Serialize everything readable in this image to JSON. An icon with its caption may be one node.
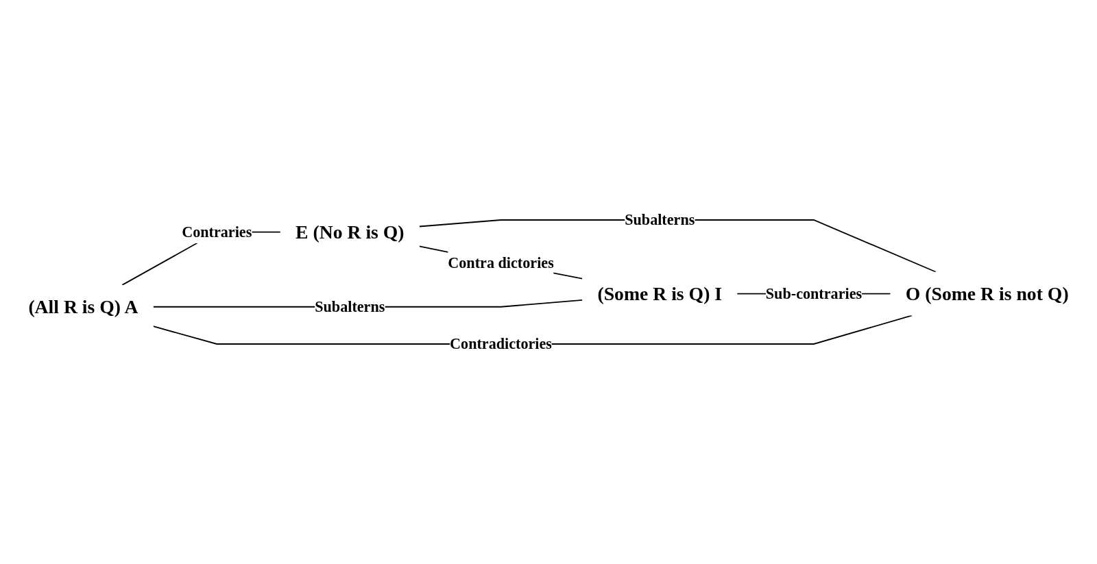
{
  "diagram": {
    "nodes": [
      {
        "text": [
          "(All R is Q) A"
        ]
      },
      {
        "text": [
          "E (No R is Q)"
        ]
      },
      {
        "text": [
          "(Some R is Q) I"
        ]
      },
      {
        "text": [
          "O (Some R is not Q)"
        ]
      }
    ],
    "edges": [
      {
        "from": 0,
        "to": 1,
        "arrow": "none",
        "label": "Contraries"
      },
      {
        "from": 0,
        "to": 2,
        "arrow": "none",
        "label": "Subalterns"
      },
      {
        "from": 1,
        "to": 3,
        "arrow": "none",
        "label": "Subalterns"
      },
      {
        "from": 0,
        "to": 3,
        "arrow": "none",
        "label": "Contradictories"
      },
      {
        "from": 1,
        "to": 2,
        "arrow": "none",
        "label": "Contra dictories"
      },
      {
        "from": 2,
        "to": 3,
        "arrow": "none",
        "label": "Sub-contraries"
      }
    ]
  }
}
